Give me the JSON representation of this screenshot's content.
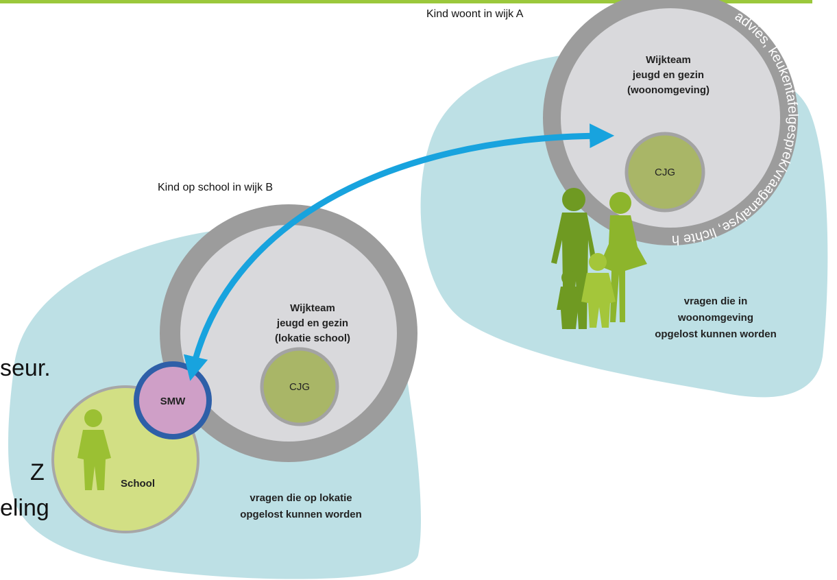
{
  "labels": {
    "wijk_a": "Kind woont in wijk A",
    "wijk_b": "Kind op school in wijk B"
  },
  "team_a": {
    "line1": "Wijkteam",
    "line2": "jeugd en gezin",
    "line3": "(woonomgeving)",
    "cjg": "CJG",
    "ring_text": "advies, keukentafelgesprek/vraaganalyse, lichte hulp, toeleiden, casusregie"
  },
  "team_b": {
    "line1": "Wijkteam",
    "line2": "jeugd en gezin",
    "line3": "(lokatie school)",
    "cjg": "CJG"
  },
  "smw": "SMW",
  "school": "School",
  "note_a": {
    "line1": "vragen die in",
    "line2": "woonomgeving",
    "line3": "opgelost kunnen worden"
  },
  "note_b": {
    "line1": "vragen die op lokatie",
    "line2": "opgelost kunnen worden"
  },
  "background_text": {
    "line1": "seur.",
    "line2": "Z",
    "line3": "eling"
  },
  "colors": {
    "top_bar": "#9bc83c",
    "region": "#bde0e5",
    "ring_gray": "#9c9c9c",
    "inner_gray": "#d9d9dc",
    "cjg_green": "#a9b667",
    "arrow_blue": "#18a3de",
    "smw_fill": "#cf9fc7",
    "smw_border": "#2e5fa8",
    "school_fill": "#d2df84",
    "figure_dark": "#6f9a22",
    "figure_light": "#a4c63a"
  }
}
